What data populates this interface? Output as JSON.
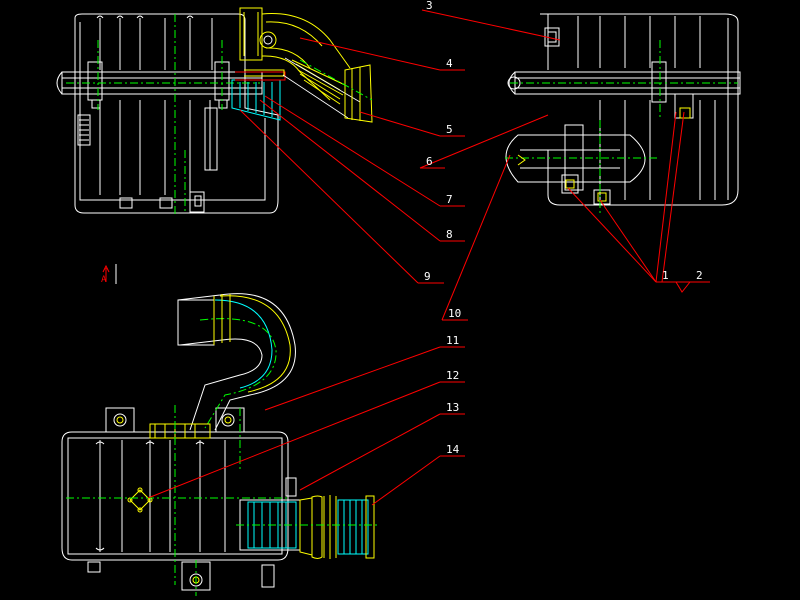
{
  "drawing": {
    "leader_labels": [
      "3",
      "4",
      "5",
      "6",
      "7",
      "8",
      "9",
      "10",
      "11",
      "12",
      "13",
      "14",
      "1",
      "2"
    ],
    "view_marker": "A",
    "colors": {
      "background": "#000000",
      "outline": "#ffffff",
      "centerline": "#00ff00",
      "leader": "#ff0000",
      "detail_yellow": "#ffff00",
      "detail_cyan": "#00ffff",
      "detail_magenta": "#ff00ff"
    }
  }
}
